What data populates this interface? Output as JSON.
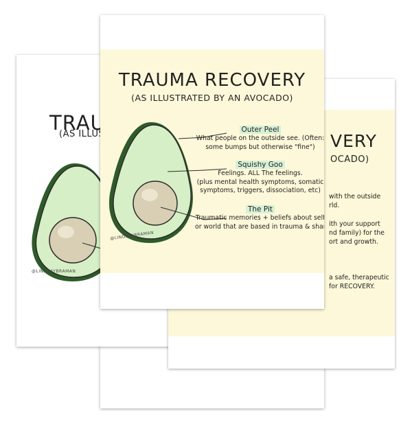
{
  "colors": {
    "cream": "#fdf8d9",
    "heading_highlight": "#d6f1d6",
    "avocado_skin": "#3e6b34",
    "avocado_flesh": "#d6efc6",
    "avocado_pit": "#d8cfb4"
  },
  "icons": [
    "avocado-illustration"
  ],
  "back_left": {
    "title_fragment": "TRAUM",
    "subtitle_fragment": "(AS ILLUST",
    "credit": "@LINDSAYBRAMAN"
  },
  "back_right": {
    "title_fragment": "VERY",
    "subtitle_fragment": "OCADO)",
    "lines": [
      "with the outside",
      "rld.",
      "ith your support",
      "nd family) for the",
      "ort and growth.",
      "a safe, therapeutic",
      "for RECOVERY."
    ]
  },
  "front": {
    "title": "TRAUMA RECOVERY",
    "subtitle": "(AS ILLUSTRATED BY AN AVOCADO)",
    "credit": "@LINDSAYBRAMAN",
    "sections": [
      {
        "heading": "Outer Peel",
        "lines": [
          "What people on the outside see. (Often:",
          "some bumps but otherwise \"fine\")"
        ]
      },
      {
        "heading": "Squishy Goo",
        "lines": [
          "Feelings. ALL The feelings.",
          "(plus mental health symptoms, somatic",
          "symptoms, triggers, dissociation, etc)"
        ]
      },
      {
        "heading": "The Pit",
        "lines": [
          "Traumatic memories + beliefs about self",
          "or world that are based in trauma & shame."
        ]
      }
    ]
  }
}
